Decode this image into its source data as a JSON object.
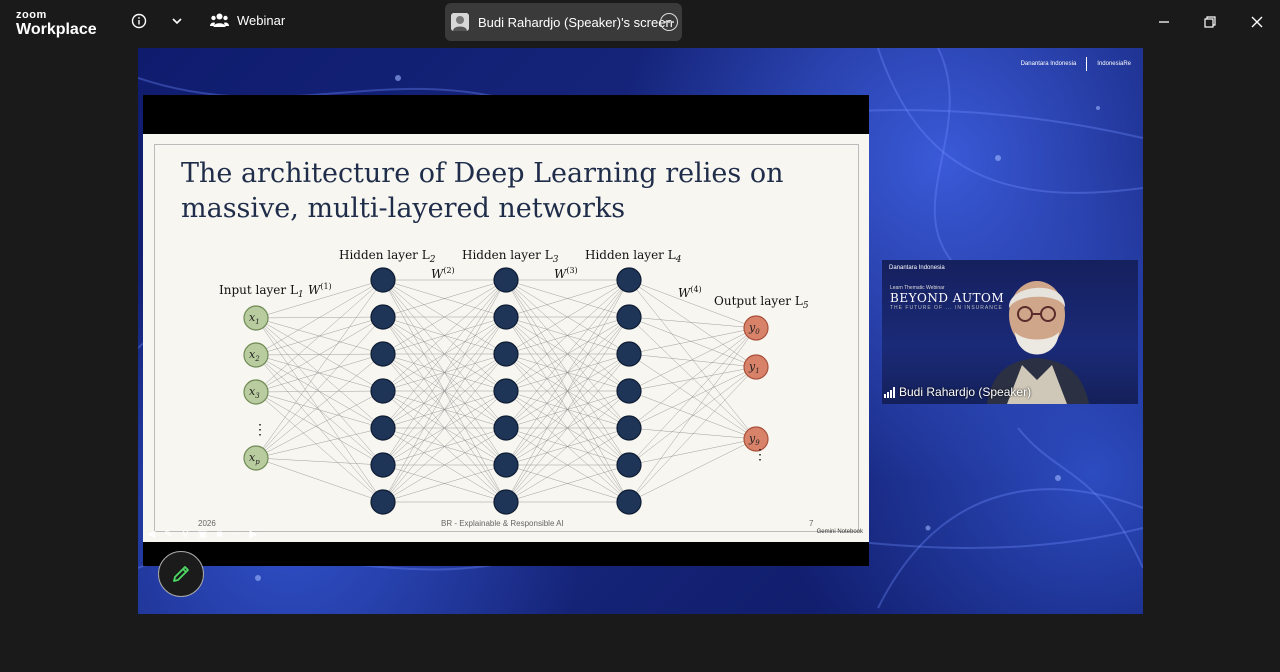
{
  "app": {
    "brand_top": "zoom",
    "brand_bottom": "Workplace"
  },
  "titlebar": {
    "info_icon": "info-icon",
    "dropdown_icon": "chevron-down-icon",
    "webinar_label": "Webinar",
    "share_label": "Budi Rahardjo (Speaker)'s screen",
    "more_icon": "more-options-icon"
  },
  "window_controls": [
    "minimize-icon",
    "restore-icon",
    "close-icon"
  ],
  "stage": {
    "bank_logo_1": "Danantara Indonesia",
    "bank_logo_2": "IndonesiaRe"
  },
  "slide": {
    "title": "The architecture of Deep Learning relies on massive, multi-layered networks",
    "footer_year": "2026",
    "footer_center": "BR - Explainable & Responsible AI",
    "page_number": "7",
    "credit": "Gemini Notebook",
    "labels": {
      "input_layer": "Input layer L",
      "input_sub": "1",
      "hidden2": "Hidden layer L",
      "hidden2_sub": "2",
      "hidden3": "Hidden layer L",
      "hidden3_sub": "3",
      "hidden4": "Hidden layer L",
      "hidden4_sub": "4",
      "output_layer": "Output layer L",
      "output_sub": "5",
      "w1": "W",
      "w1_sup": "(1)",
      "w2": "W",
      "w2_sup": "(2)",
      "w3": "W",
      "w3_sup": "(3)",
      "w4": "W",
      "w4_sup": "(4)"
    },
    "input_nodes": [
      {
        "base": "x",
        "sub": "1"
      },
      {
        "base": "x",
        "sub": "2"
      },
      {
        "base": "x",
        "sub": "3"
      },
      {
        "base": "x",
        "sub": "p"
      }
    ],
    "output_nodes": [
      {
        "base": "y",
        "sub": "0"
      },
      {
        "base": "y",
        "sub": "1"
      },
      {
        "base": "y",
        "sub": "9"
      }
    ],
    "ellipsis": "⋮"
  },
  "speaker": {
    "name": "Budi Rahardjo (Speaker)",
    "bg_top_left": "Danantara Indonesia",
    "bg_line": "Learn Thematic Webinar",
    "bg_headline": "BEYOND AUTOM",
    "bg_sub": "THE FUTURE OF ... IN INSURANCE"
  },
  "colors": {
    "input_node": "#b9cc9f",
    "hidden_node": "#1e3558",
    "output_node": "#d9826a",
    "stage_bg": "#15237a"
  }
}
